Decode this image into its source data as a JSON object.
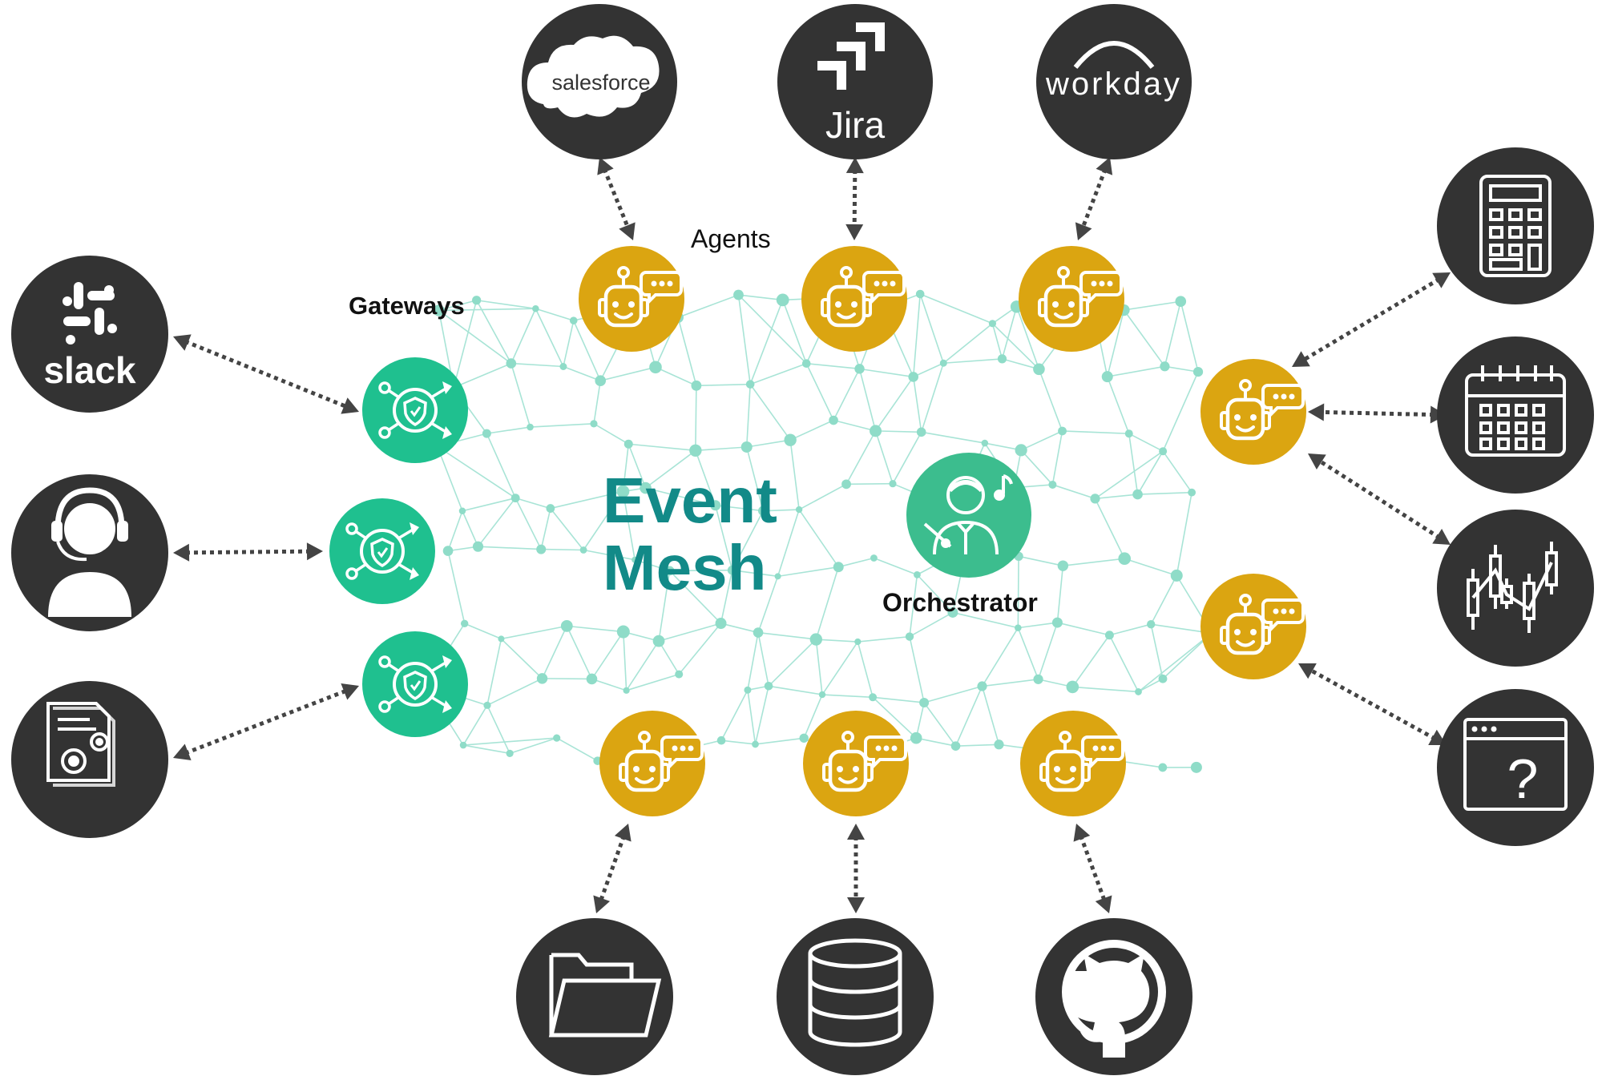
{
  "labels": {
    "agents": "Agents",
    "gateways": "Gateways",
    "orchestrator": "Orchestrator",
    "mesh_line1": "Event",
    "mesh_line2": "Mesh"
  },
  "services": {
    "salesforce": "salesforce",
    "jira": "Jira",
    "workday": "workday",
    "slack": "slack"
  },
  "colors": {
    "service_bg": "#333333",
    "agent_bg": "#dba511",
    "gateway_bg": "#1fc08f",
    "orchestrator_bg": "#3cbd8e",
    "mesh_line": "#a8e4d6",
    "mesh_node": "#8fdcc8",
    "mesh_text": "#128a88",
    "arrow": "#444444"
  },
  "icons": {
    "gateway": "shield-gateway-icon",
    "agent": "robot-agent-icon",
    "orchestrator": "conductor-icon",
    "calculator": "calculator-icon",
    "calendar": "calendar-icon",
    "chart": "candlestick-chart-icon",
    "unknown_app": "question-window-icon",
    "headset": "headset-user-icon",
    "documents": "gear-documents-icon",
    "folder": "folder-icon",
    "database": "database-icon",
    "github": "github-icon"
  }
}
